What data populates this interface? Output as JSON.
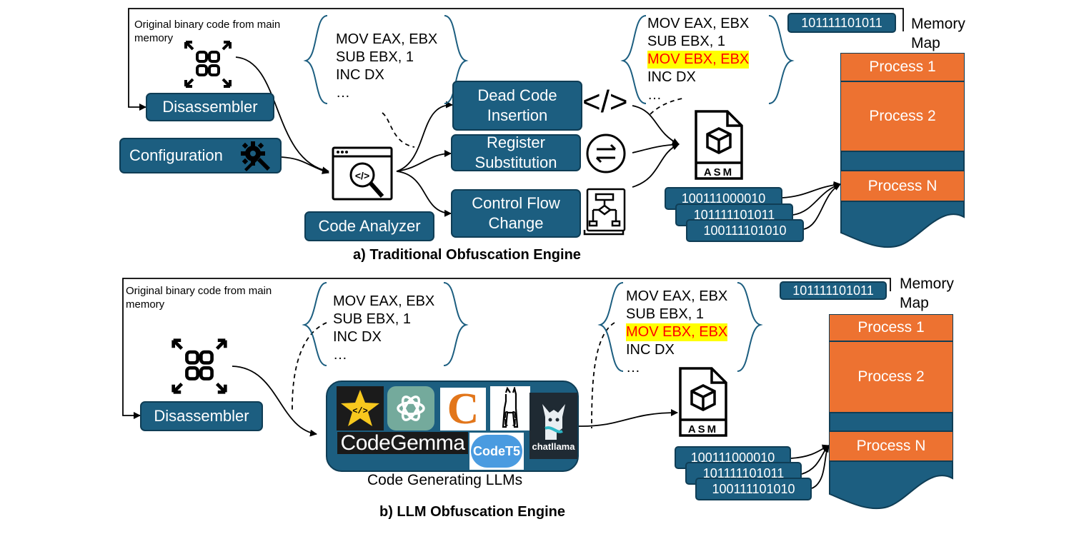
{
  "traditional": {
    "title": "a) Traditional Obfuscation Engine",
    "source_note": "Original binary code from main memory",
    "disassembler": "Disassembler",
    "configuration": "Configuration",
    "code_analyzer": "Code Analyzer",
    "dead_code": "Dead Code Insertion",
    "register_sub": "Register Substitution",
    "control_flow": "Control Flow Change",
    "code_in": [
      "MOV EAX, EBX",
      "SUB EBX, 1",
      "INC DX",
      "…"
    ],
    "code_out": [
      "MOV EAX, EBX",
      "SUB EBX, 1",
      "MOV EBX, EBX",
      "INC DX",
      "…"
    ],
    "binary_top": "101111101011",
    "binaries": [
      "100111000010",
      "101111101011",
      "100111101010"
    ],
    "memory_map": [
      "Memory",
      "Map"
    ],
    "processes": [
      "Process 1",
      "Process 2",
      "Process N"
    ]
  },
  "llm": {
    "title": "b) LLM Obfuscation Engine",
    "source_note": "Original binary code from main memory",
    "disassembler": "Disassembler",
    "caption": "Code Generating LLMs",
    "logos": {
      "codegemma": "CodeGemma",
      "codet5": "CodeT5",
      "chatllama": "chatllama",
      "c_letter": "C",
      "star_code": "</>",
      "llama_braces": "{ }"
    },
    "code_in": [
      "MOV EAX, EBX",
      "SUB EBX, 1",
      "INC DX",
      "…"
    ],
    "code_out": [
      "MOV EAX, EBX",
      "SUB EBX, 1",
      "MOV EBX, EBX",
      "INC DX",
      "…"
    ],
    "binary_top": "101111101011",
    "binaries": [
      "100111000010",
      "101111101011",
      "100111101010"
    ],
    "memory_map": [
      "Memory",
      "Map"
    ],
    "processes": [
      "Process 1",
      "Process 2",
      "Process N"
    ]
  },
  "icons": {
    "asm_label": "ASM",
    "code_tag": "</>",
    "analyzer_tag": "</>"
  },
  "colors": {
    "box_blue": "#1c5e80",
    "process_orange": "#ed7231",
    "highlight_yellow": "#ffff00",
    "highlight_red": "#ff0000"
  }
}
